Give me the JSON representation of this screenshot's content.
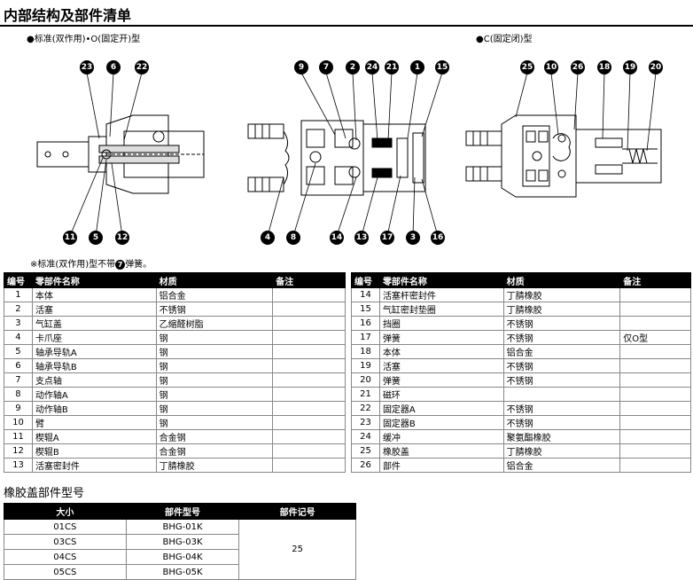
{
  "title": "内部结构及部件清单",
  "diagram_labels": {
    "standard": "●标准(双作用)•O(固定开)型",
    "closed": "●C(固定闭)型"
  },
  "callouts": {
    "d1": [
      "23",
      "6",
      "22",
      "11",
      "5",
      "12"
    ],
    "d2_top": [
      "9",
      "7",
      "2",
      "24",
      "21",
      "1",
      "15"
    ],
    "d2_bottom": [
      "4",
      "8",
      "14",
      "13",
      "17",
      "3",
      "16"
    ],
    "d3": [
      "25",
      "10",
      "26",
      "18",
      "19",
      "20"
    ]
  },
  "note": {
    "prefix": "※标准(双作用)型不带",
    "num": "7",
    "suffix": "弹簧。"
  },
  "parts_table": {
    "headers": [
      "编号",
      "零部件名称",
      "材质",
      "备注"
    ],
    "left": [
      [
        "1",
        "本体",
        "铝合金",
        ""
      ],
      [
        "2",
        "活塞",
        "不锈钢",
        ""
      ],
      [
        "3",
        "气缸盖",
        "乙缩醛树脂",
        ""
      ],
      [
        "4",
        "卡爪座",
        "钢",
        ""
      ],
      [
        "5",
        "轴承导轨A",
        "钢",
        ""
      ],
      [
        "6",
        "轴承导轨B",
        "钢",
        ""
      ],
      [
        "7",
        "支点轴",
        "钢",
        ""
      ],
      [
        "8",
        "动作轴A",
        "钢",
        ""
      ],
      [
        "9",
        "动作轴B",
        "钢",
        ""
      ],
      [
        "10",
        "臂",
        "钢",
        ""
      ],
      [
        "11",
        "楔辊A",
        "合金钢",
        ""
      ],
      [
        "12",
        "楔辊B",
        "合金钢",
        ""
      ],
      [
        "13",
        "活塞密封件",
        "丁腈橡胶",
        ""
      ]
    ],
    "right": [
      [
        "14",
        "活塞杆密封件",
        "丁腈橡胶",
        ""
      ],
      [
        "15",
        "气缸密封垫圈",
        "丁腈橡胶",
        ""
      ],
      [
        "16",
        "挡圈",
        "不锈钢",
        ""
      ],
      [
        "17",
        "弹簧",
        "不锈钢",
        "仅O型"
      ],
      [
        "18",
        "本体",
        "铝合金",
        ""
      ],
      [
        "19",
        "活塞",
        "不锈钢",
        ""
      ],
      [
        "20",
        "弹簧",
        "不锈钢",
        ""
      ],
      [
        "21",
        "磁环",
        "",
        ""
      ],
      [
        "22",
        "固定器A",
        "不锈钢",
        ""
      ],
      [
        "23",
        "固定器B",
        "不锈钢",
        ""
      ],
      [
        "24",
        "缓冲",
        "聚氨酯橡胶",
        ""
      ],
      [
        "25",
        "橡胶盖",
        "丁腈橡胶",
        ""
      ],
      [
        "26",
        "部件",
        "铝合金",
        ""
      ]
    ]
  },
  "rubber_cover": {
    "title": "橡胶盖部件型号",
    "headers": [
      "大小",
      "部件型号",
      "部件记号"
    ],
    "rows": [
      [
        "01CS",
        "BHG-01K"
      ],
      [
        "03CS",
        "BHG-03K"
      ],
      [
        "04CS",
        "BHG-04K"
      ],
      [
        "05CS",
        "BHG-05K"
      ]
    ],
    "symbol": "25"
  }
}
